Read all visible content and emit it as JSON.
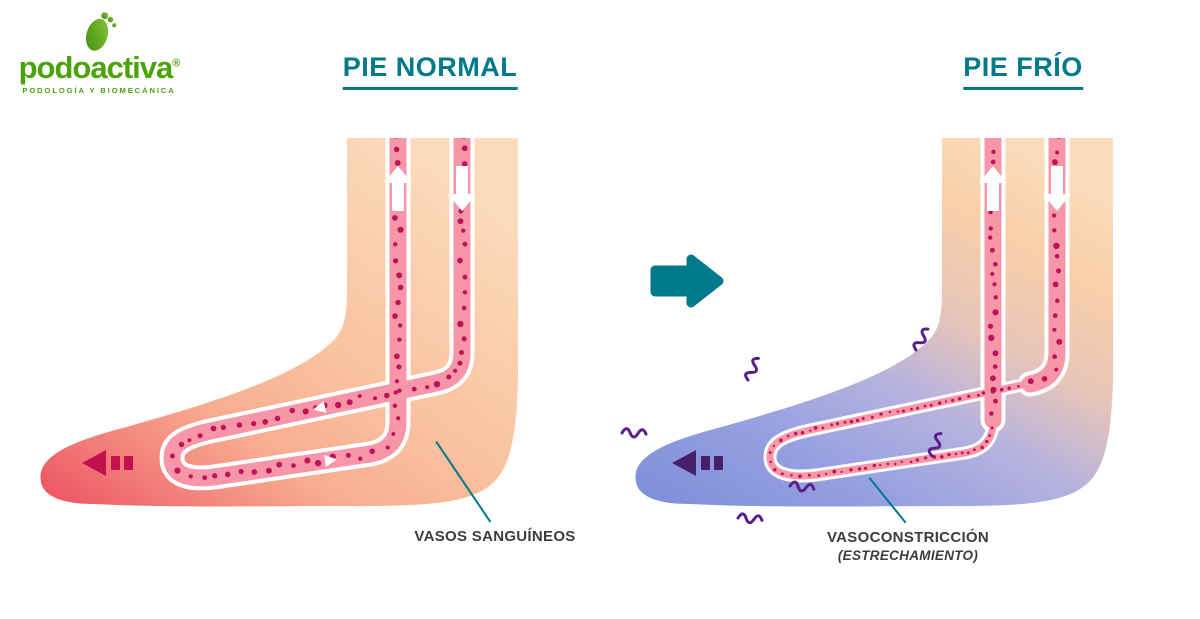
{
  "brand": {
    "name": "podoactiva",
    "registered": "®",
    "tagline": "PODOLOGÍA Y BIOMECÁNICA"
  },
  "panels": {
    "left": {
      "title": "PIE NORMAL",
      "caption": "VASOS SANGUÍNEOS"
    },
    "right": {
      "title": "PIE FRÍO",
      "caption_line1": "VASOCONSTRICCIÓN",
      "caption_line2": "(ESTRECHAMIENTO)"
    }
  },
  "icons": [
    "foot-leaf-icon",
    "transition-arrow-icon",
    "up-flow-arrow-icon",
    "down-flow-arrow-icon",
    "flow-chevron-icon",
    "toe-circulation-arrow-icon",
    "shiver-squiggle-icon"
  ],
  "colors": {
    "teal": "#00798C",
    "brand_green": "#4BA30B",
    "skin_light": "#FBDCBC",
    "skin_mid": "#F9C2A0",
    "warm_red": "#EE5765",
    "cold_blue": "#7F8FDB",
    "cold_lavender": "#B6B2DE",
    "vessel_pink": "#F795A9",
    "vessel_outline": "#FFFFFF",
    "blood_dot": "#BE1457",
    "toe_arrow_warm": "#C2114F",
    "toe_arrow_cold": "#45216C",
    "shiver_purple": "#5B1E8D",
    "label_text": "#3C3C3C"
  }
}
